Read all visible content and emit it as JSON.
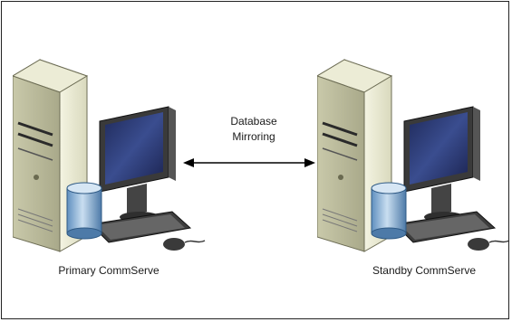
{
  "diagram": {
    "primary": {
      "label": "Primary CommServe"
    },
    "standby": {
      "label": "Standby CommServe"
    },
    "link": {
      "line1": "Database",
      "line2": "Mirroring"
    }
  }
}
